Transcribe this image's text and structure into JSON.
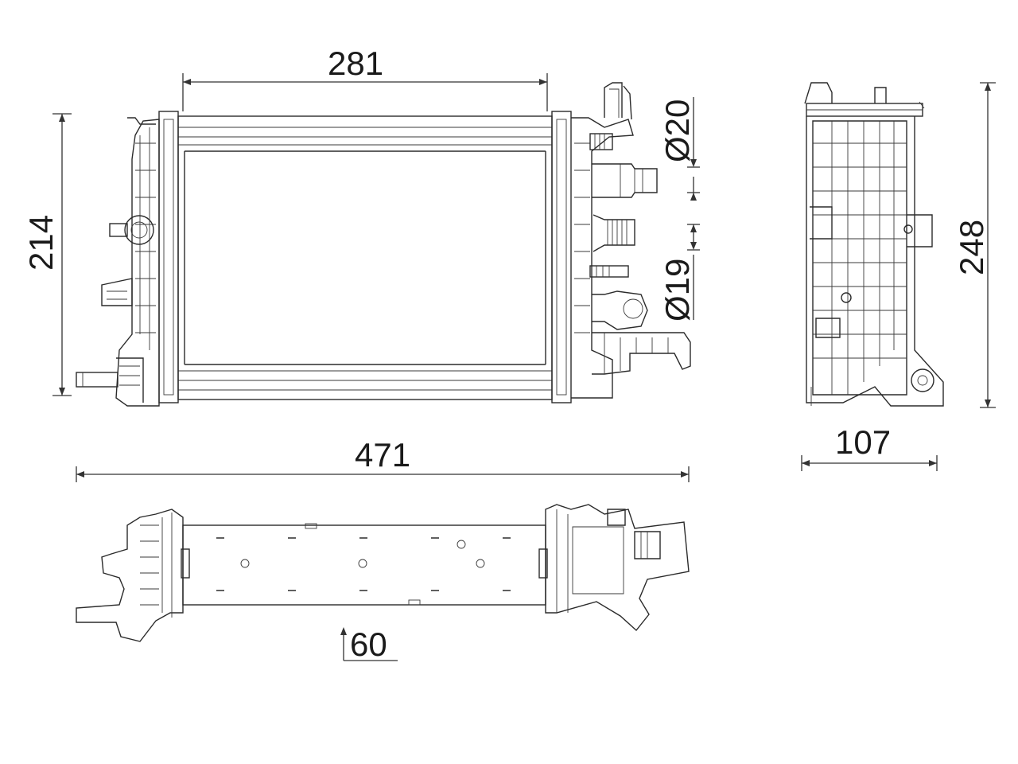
{
  "dimensions": {
    "width_top": "281",
    "height_left": "214",
    "diameter_upper": "Ø20",
    "diameter_lower": "Ø19",
    "overall_length": "471",
    "side_width": "107",
    "side_height": "248",
    "depth": "60"
  }
}
